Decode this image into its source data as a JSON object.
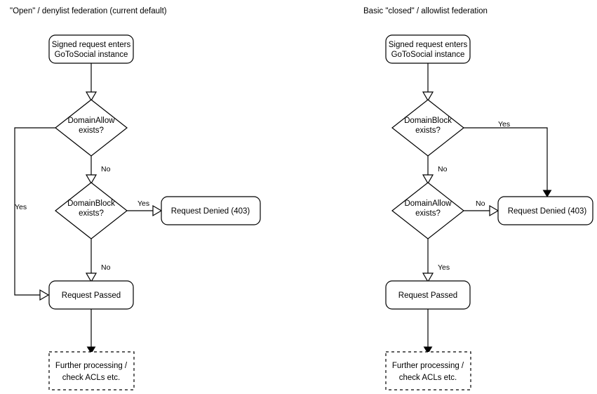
{
  "diagram": {
    "title_left": "\"Open\" / denylist federation (current default)",
    "title_right": "Basic \"closed\" / allowlist federation",
    "colors": {
      "stroke": "#000000",
      "fill": "#ffffff",
      "text": "#000000",
      "background": "#ffffff"
    },
    "panels": [
      {
        "id": "denylist",
        "title": "\"Open\" / denylist federation (current default)",
        "nodes": [
          {
            "id": "entry",
            "shape": "rounded-rect",
            "line1": "Signed request enters",
            "line2": "GoToSocial instance"
          },
          {
            "id": "domain-allow",
            "shape": "diamond",
            "line1": "DomainAllow",
            "line2": "exists?"
          },
          {
            "id": "domain-block",
            "shape": "diamond",
            "line1": "DomainBlock",
            "line2": "exists?"
          },
          {
            "id": "denied",
            "shape": "rounded-rect",
            "line1": "Request Denied (403)",
            "line2": ""
          },
          {
            "id": "passed",
            "shape": "rounded-rect",
            "line1": "Request Passed",
            "line2": ""
          },
          {
            "id": "further",
            "shape": "dashed-rect",
            "line1": "Further processing /",
            "line2": "check ACLs etc."
          }
        ],
        "edges": [
          {
            "id": "entry-to-allow",
            "label": ""
          },
          {
            "id": "allow-yes-to-passed",
            "label": "Yes"
          },
          {
            "id": "allow-no-to-block",
            "label": "No"
          },
          {
            "id": "block-yes-to-denied",
            "label": "Yes"
          },
          {
            "id": "block-no-to-passed",
            "label": "No"
          },
          {
            "id": "passed-to-further",
            "label": ""
          }
        ]
      },
      {
        "id": "allowlist",
        "title": "Basic \"closed\" / allowlist federation",
        "nodes": [
          {
            "id": "entry",
            "shape": "rounded-rect",
            "line1": "Signed request enters",
            "line2": "GoToSocial instance"
          },
          {
            "id": "domain-block",
            "shape": "diamond",
            "line1": "DomainBlock",
            "line2": "exists?"
          },
          {
            "id": "domain-allow",
            "shape": "diamond",
            "line1": "DomainAllow",
            "line2": "exists?"
          },
          {
            "id": "denied",
            "shape": "rounded-rect",
            "line1": "Request Denied (403)",
            "line2": ""
          },
          {
            "id": "passed",
            "shape": "rounded-rect",
            "line1": "Request Passed",
            "line2": ""
          },
          {
            "id": "further",
            "shape": "dashed-rect",
            "line1": "Further processing /",
            "line2": "check ACLs etc."
          }
        ],
        "edges": [
          {
            "id": "entry-to-block",
            "label": ""
          },
          {
            "id": "block-yes-to-denied",
            "label": "Yes"
          },
          {
            "id": "block-no-to-allow",
            "label": "No"
          },
          {
            "id": "allow-no-to-denied",
            "label": "No"
          },
          {
            "id": "allow-yes-to-passed",
            "label": "Yes"
          },
          {
            "id": "passed-to-further",
            "label": ""
          }
        ]
      }
    ]
  }
}
